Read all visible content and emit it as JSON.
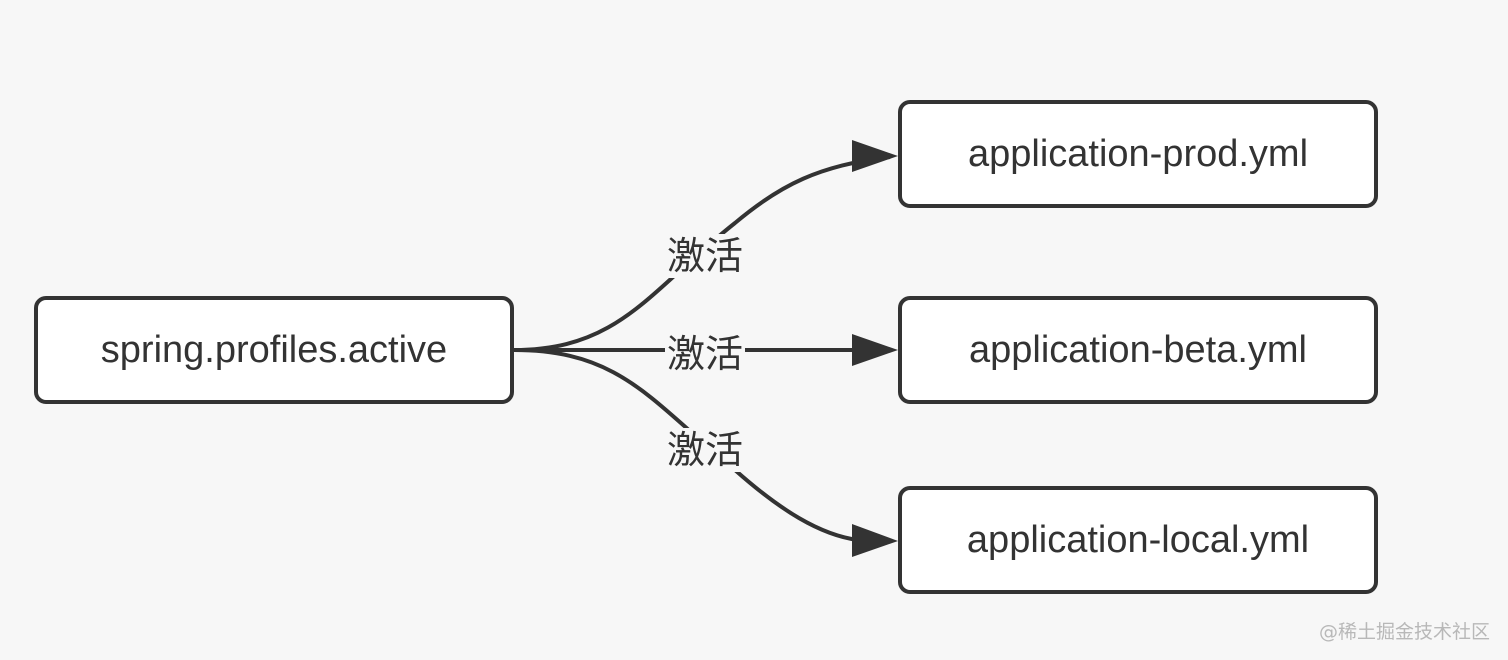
{
  "nodes": {
    "source": "spring.profiles.active",
    "prod": "application-prod.yml",
    "beta": "application-beta.yml",
    "local": "application-local.yml"
  },
  "edges": [
    {
      "from": "source",
      "to": "prod",
      "label": "激活"
    },
    {
      "from": "source",
      "to": "beta",
      "label": "激活"
    },
    {
      "from": "source",
      "to": "local",
      "label": "激活"
    }
  ],
  "watermark": "@稀土掘金技术社区",
  "colors": {
    "stroke": "#333333",
    "node_fill": "#ffffff",
    "background": "#f7f7f7",
    "watermark": "#b8b8b8"
  }
}
